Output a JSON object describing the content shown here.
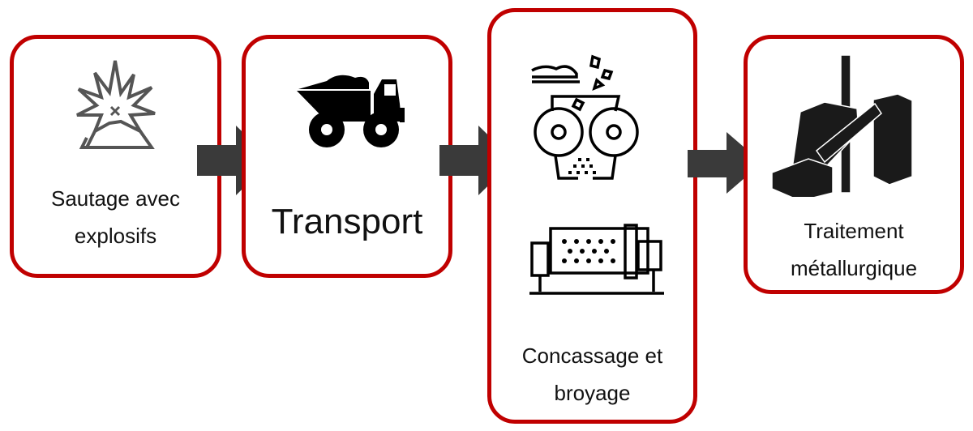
{
  "steps": [
    {
      "label_line1": "Sautage avec",
      "label_line2": "explosifs",
      "icon": "explosion-icon"
    },
    {
      "label": "Transport",
      "icon": "dump-truck-icon"
    },
    {
      "label_line1": "Concassage et",
      "label_line2": "broyage",
      "icons": [
        "roll-crusher-icon",
        "ball-mill-icon"
      ]
    },
    {
      "label_line1": "Traitement",
      "label_line2": "métallurgique",
      "icon": "smelter-plant-icon"
    }
  ],
  "colors": {
    "border": "#c00000",
    "arrow": "#3a3a3a",
    "icon": "#111111"
  }
}
